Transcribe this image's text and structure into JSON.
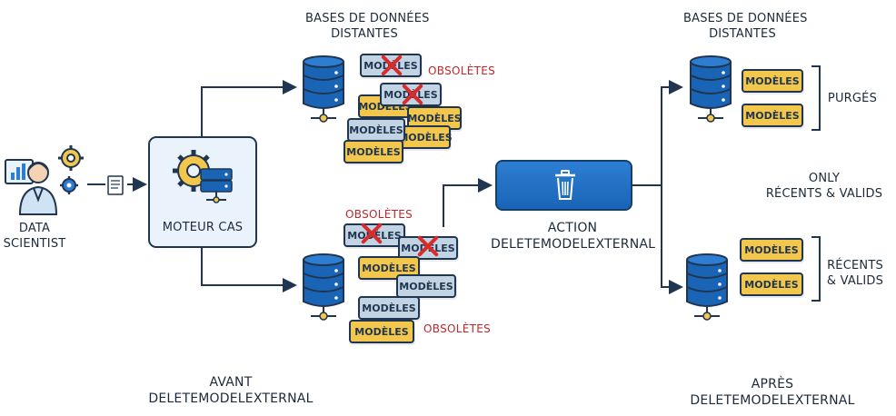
{
  "data_scientist": {
    "line1": "DATA",
    "line2": "SCIENTIST"
  },
  "engine": {
    "label": "MOTEUR CAS"
  },
  "remote_db_top": {
    "line1": "BASES DE DONNÉES",
    "line2": "DISTANTES"
  },
  "remote_db_after": {
    "line1": "BASES DE DONNÉES",
    "line2": "DISTANTES"
  },
  "obsolete": "OBSOLÈTES",
  "model": "MODÈLES",
  "action": {
    "line1": "ACTION",
    "line2": "DELETEMODELEXTERNAL"
  },
  "before": {
    "line1": "AVANT",
    "line2": "DELETEMODELEXTERNAL"
  },
  "after": {
    "line1": "APRÈS",
    "line2": "DELETEMODELEXTERNAL"
  },
  "purged": "PURGÉS",
  "only": {
    "line1": "ONLY",
    "line2": "RÉCENTS & VALIDS"
  },
  "recent": {
    "line1": "RÉCENTS",
    "line2": "& VALIDS"
  },
  "colors": {
    "navy": "#1f3550",
    "accent_blue": "#1a64b6",
    "model_yellow": "#f3c64c",
    "model_blue": "#c2d3e3",
    "obsolete_red": "#c0262b"
  }
}
